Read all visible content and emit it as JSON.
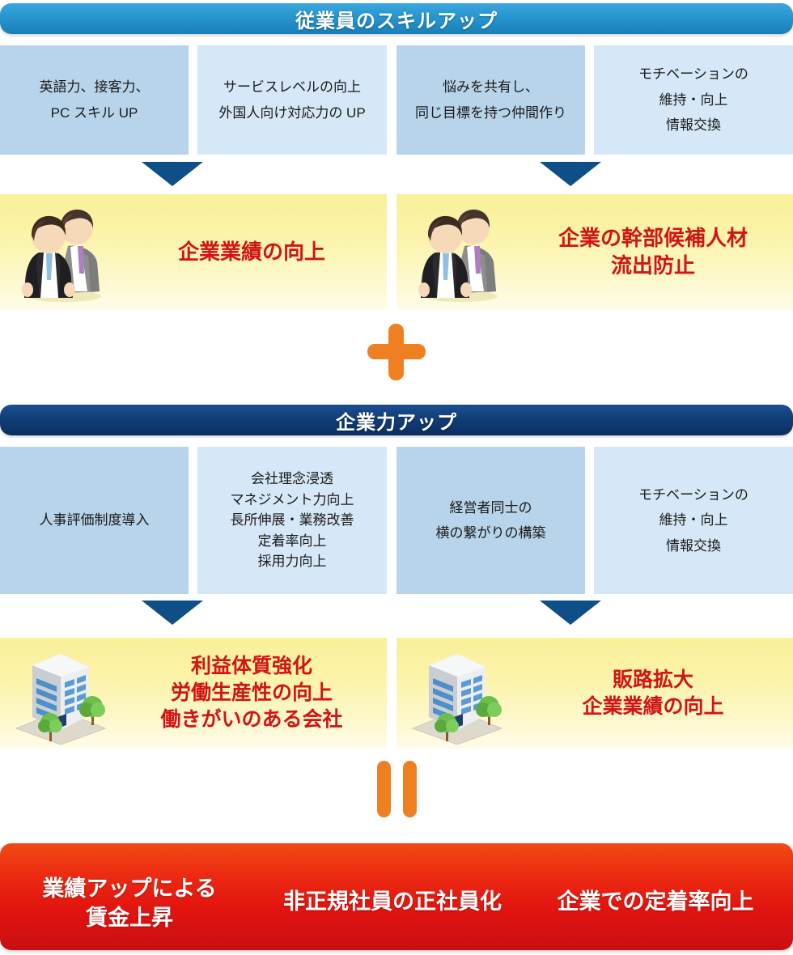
{
  "sections": [
    {
      "id": "employee-skill-up",
      "header": "従業員のスキルアップ",
      "header_style": "light-blue",
      "inputs": [
        {
          "text": "英語力、接客力、\nPC スキル UP"
        },
        {
          "text": "サービスレベルの向上\n外国人向け対応力の UP"
        },
        {
          "text": "悩みを共有し、\n同じ目標を持つ仲間作り"
        },
        {
          "text": "モチベーションの\n維持・向上\n情報交換"
        }
      ],
      "outcomes": [
        {
          "icon": "two-businessmen-icon",
          "text": "企業業績の向上"
        },
        {
          "icon": "two-businessmen-icon",
          "text": "企業の幹部候補人材\n流出防止"
        }
      ]
    },
    {
      "id": "corporate-power-up",
      "header": "企業力アップ",
      "header_style": "dark-navy",
      "inputs": [
        {
          "text": "人事評価制度導入"
        },
        {
          "text": "会社理念浸透\nマネジメント力向上\n長所伸展・業務改善\n定着率向上\n採用力向上"
        },
        {
          "text": "経営者同士の\n横の繋がりの構築"
        },
        {
          "text": "モチベーションの\n維持・向上\n情報交換"
        }
      ],
      "outcomes": [
        {
          "icon": "office-building-icon",
          "text": "利益体質強化\n労働生産性の向上\n働きがいのある会社"
        },
        {
          "icon": "office-building-icon",
          "text": "販路拡大\n企業業績の向上"
        }
      ]
    }
  ],
  "operators": {
    "plus": "+",
    "equals": "="
  },
  "result_banner": {
    "items": [
      "業績アップによる\n賃金上昇",
      "非正規社員の正社員化",
      "企業での定着率向上"
    ]
  },
  "colors": {
    "header_light_blue": "#2796cf",
    "header_dark_navy": "#113f78",
    "box_blue_dark": "#b8d4ea",
    "box_blue_light": "#d6e8f7",
    "yellow_fill": "#faf09a",
    "red_text": "#d11414",
    "arrow_navy": "#0d4f86",
    "operator_orange": "#ef8022",
    "result_red": "#e21510"
  }
}
